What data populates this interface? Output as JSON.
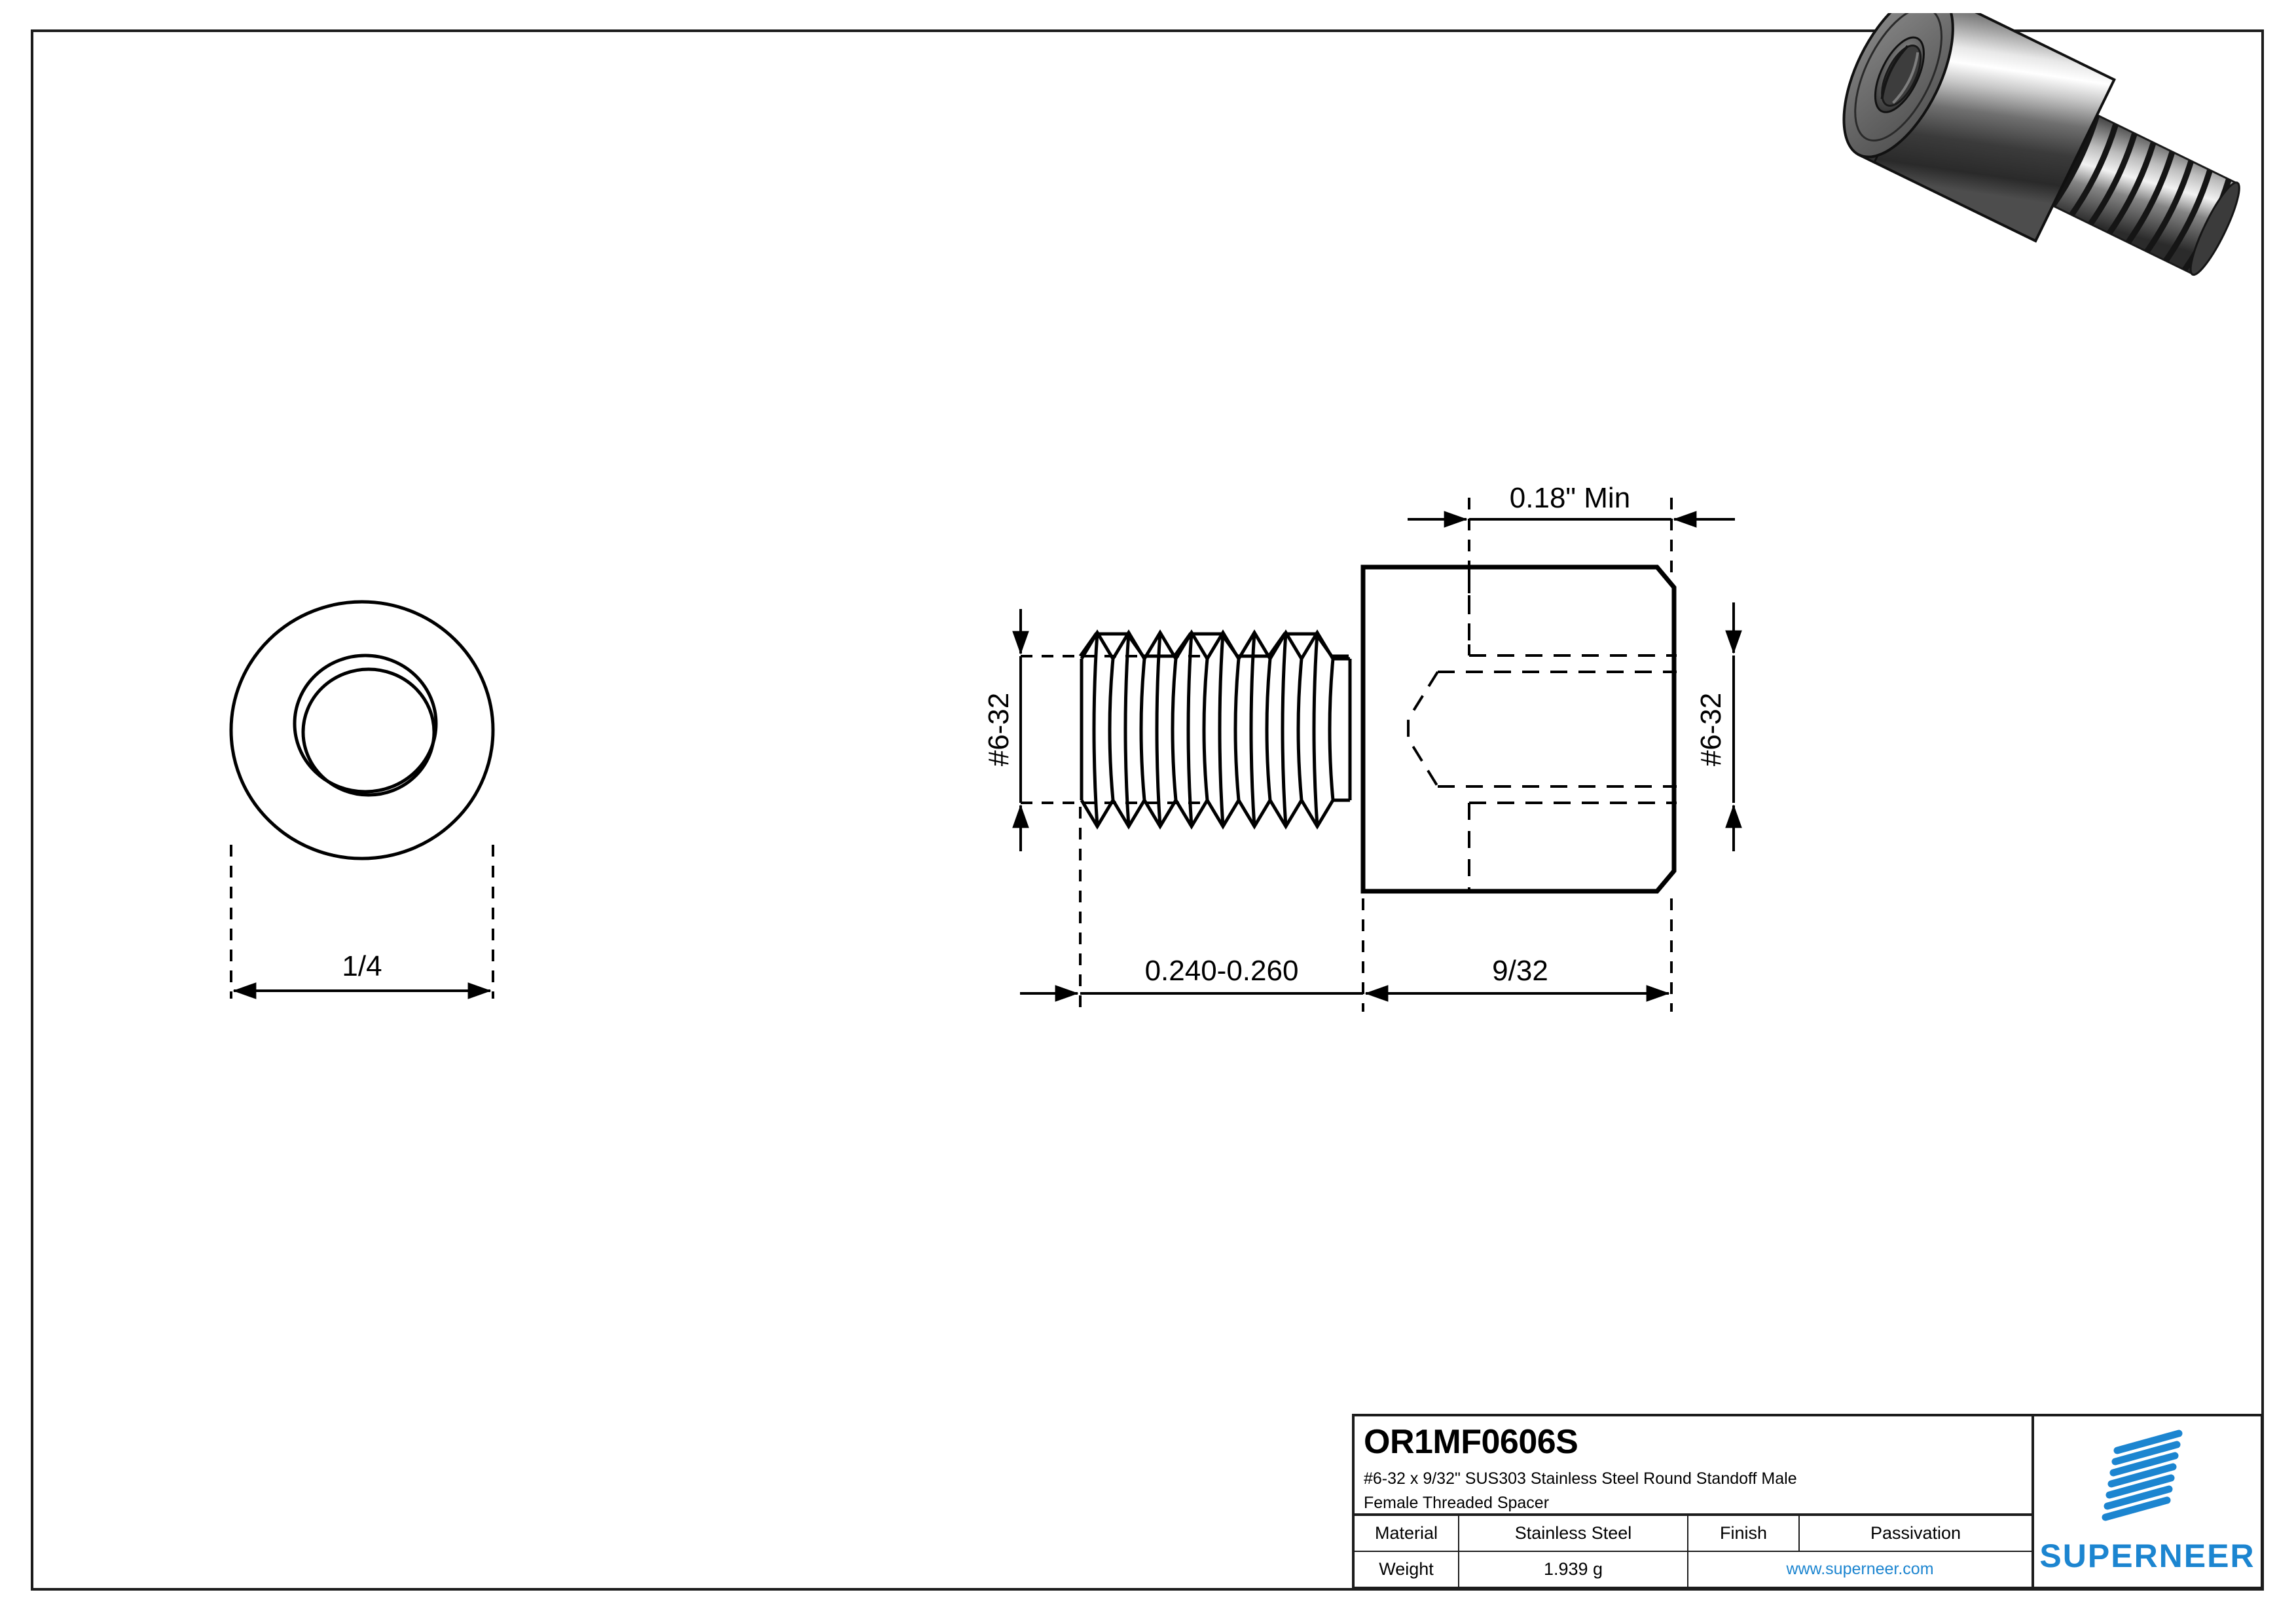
{
  "drawing": {
    "dimensions": {
      "front_view_diameter": "1/4",
      "thread_callout_left": "#6-32",
      "thread_callout_right": "#6-32",
      "hole_depth": "0.18\" Min",
      "thread_length": "0.240-0.260",
      "body_length": "9/32"
    }
  },
  "title_block": {
    "part_number": "OR1MF0606S",
    "description_line1": "#6-32 x 9/32\" SUS303 Stainless Steel Round Standoff Male",
    "description_line2": "Female Threaded Spacer",
    "material_label": "Material",
    "material_value": "Stainless Steel",
    "finish_label": "Finish",
    "finish_value": "Passivation",
    "weight_label": "Weight",
    "weight_value": "1.939 g",
    "website": "www.superneer.com",
    "brand": "SUPERNEER",
    "brand_color": "#1c85d0"
  }
}
